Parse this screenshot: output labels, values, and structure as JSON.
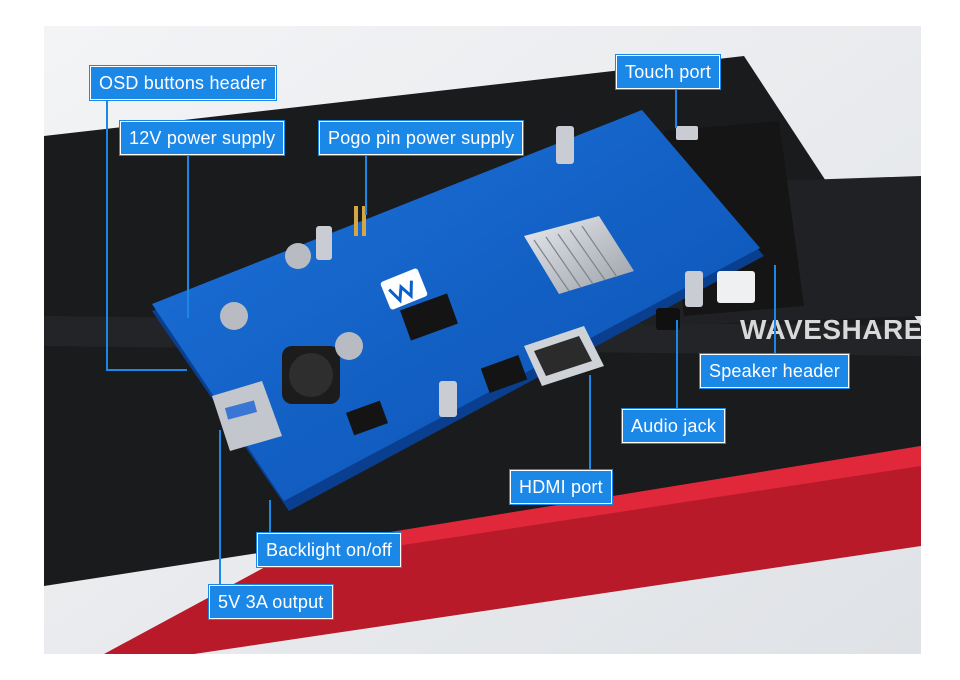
{
  "labels": {
    "osd_buttons_header": "OSD buttons header",
    "power_12v": "12V power supply",
    "pogo_pin_power": "Pogo pin power supply",
    "touch_port": "Touch port",
    "speaker_header": "Speaker header",
    "audio_jack": "Audio jack",
    "hdmi_port": "HDMI port",
    "backlight": "Backlight on/off",
    "output_5v": "5V 3A output"
  },
  "watermark": "WAVESHARE",
  "colors": {
    "label_bg": "#1b88e8",
    "pcb_blue": "#0d5fc8",
    "panel_black": "#1a1b1d",
    "panel_red": "#c8102e"
  },
  "icons": {
    "brand_logo": "waveshare-logo-icon"
  }
}
